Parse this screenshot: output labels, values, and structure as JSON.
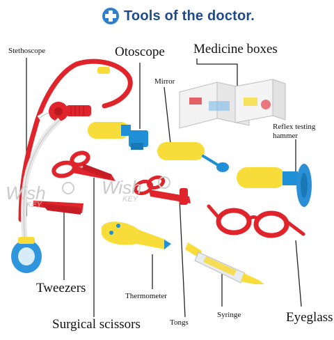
{
  "header": {
    "title": "Tools of the doctor.",
    "badge_color": "#2f7fd0"
  },
  "labels": {
    "stethoscope": "Stethoscope",
    "otoscope": "Otoscope",
    "medicine_boxes": "Medicine boxes",
    "mirror": "Mirror",
    "reflex_hammer": "Reflex testing hammer",
    "tweezers": "Tweezers",
    "surgical_scissors": "Surgical scissors",
    "thermometer": "Thermometer",
    "tongs": "Tongs",
    "syringe": "Syringe",
    "eyeglass": "Eyeglass"
  },
  "watermark": {
    "brand": "Wish",
    "sub": "KEY"
  },
  "colors": {
    "red": "#e0242b",
    "yellow": "#f7dc3a",
    "blue": "#1f8fd6",
    "white_tube": "#eeeeee"
  }
}
